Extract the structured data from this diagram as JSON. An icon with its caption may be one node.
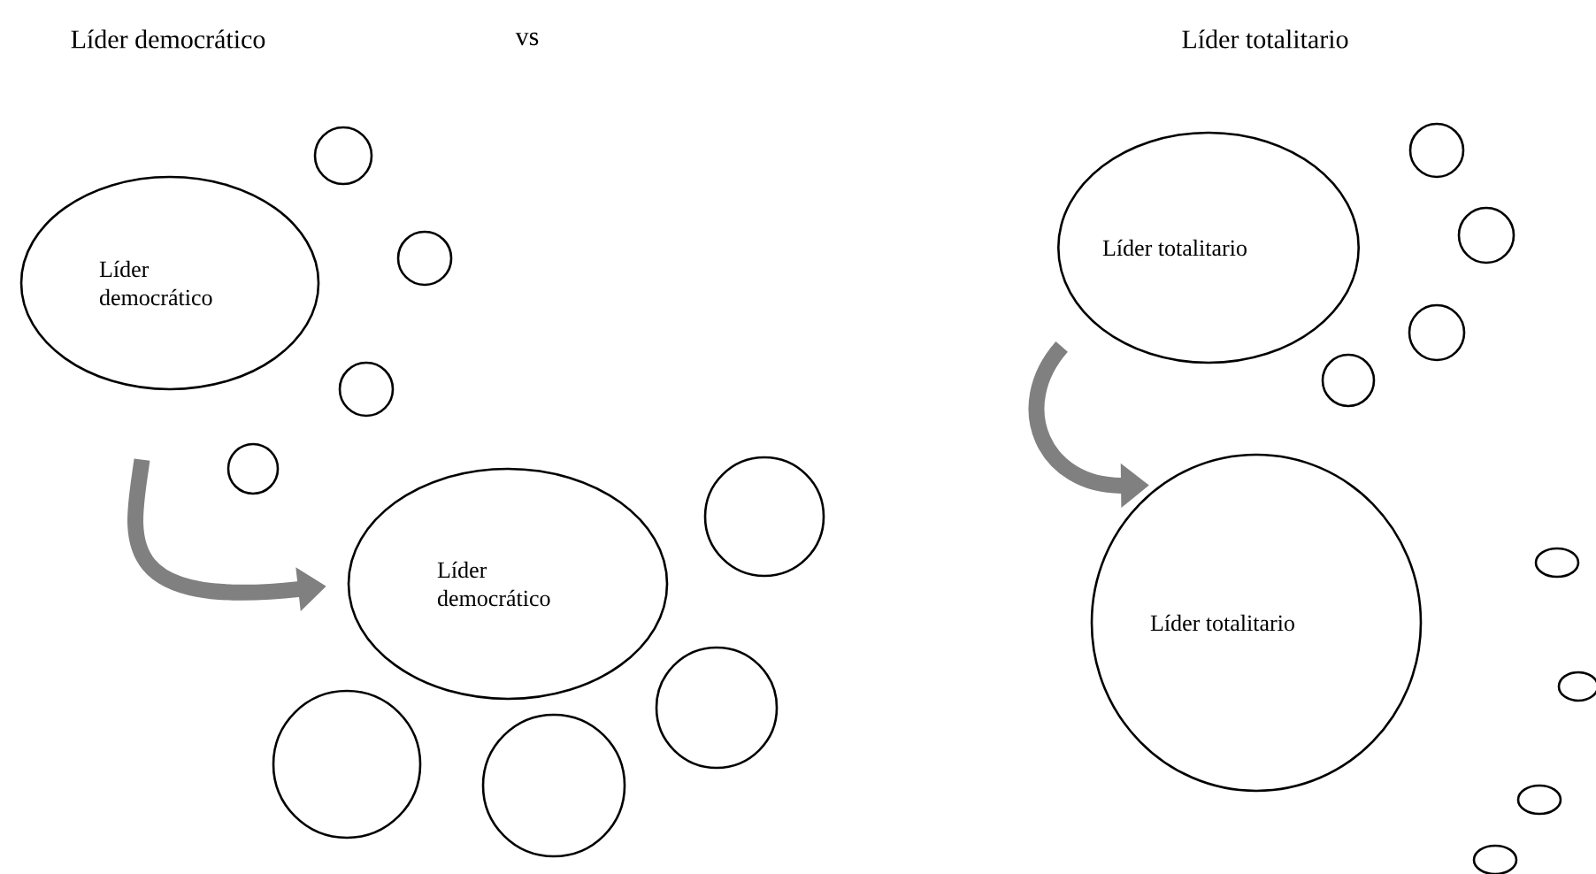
{
  "diagram": {
    "nodes": [
      {
        "text": [
          "Líder democrático"
        ]
      },
      {
        "text": [],
        "shape": "circle"
      },
      {
        "text": [],
        "shape": "circle"
      },
      {
        "text": [],
        "shape": "circle"
      },
      {
        "text": [],
        "shape": "circle"
      },
      {
        "text": [
          "Líder democrático"
        ]
      },
      {
        "text": [],
        "shape": "circle"
      },
      {
        "text": [],
        "shape": "circle"
      },
      {
        "text": [],
        "shape": "circle"
      },
      {
        "text": [],
        "shape": "circle"
      },
      {
        "text": [
          "Líder totalitario"
        ]
      },
      {
        "text": [],
        "shape": "circle"
      },
      {
        "text": [],
        "shape": "circle"
      },
      {
        "text": [],
        "shape": "circle"
      },
      {
        "text": [],
        "shape": "circle"
      },
      {
        "text": [
          "Líder totalitario"
        ]
      },
      {
        "text": [],
        "shape": "ellipse"
      },
      {
        "text": [],
        "shape": "ellipse"
      },
      {
        "text": [],
        "shape": "ellipse"
      },
      {
        "text": [],
        "shape": "ellipse"
      }
    ],
    "edges": [
      {
        "from": 0,
        "to": 5,
        "arrow": "to",
        "color": "#808080"
      },
      {
        "from": 10,
        "to": 15,
        "arrow": "to",
        "color": "#808080"
      }
    ],
    "labels": [
      "Líder democrático",
      "vs",
      "Líder totalitario"
    ]
  }
}
